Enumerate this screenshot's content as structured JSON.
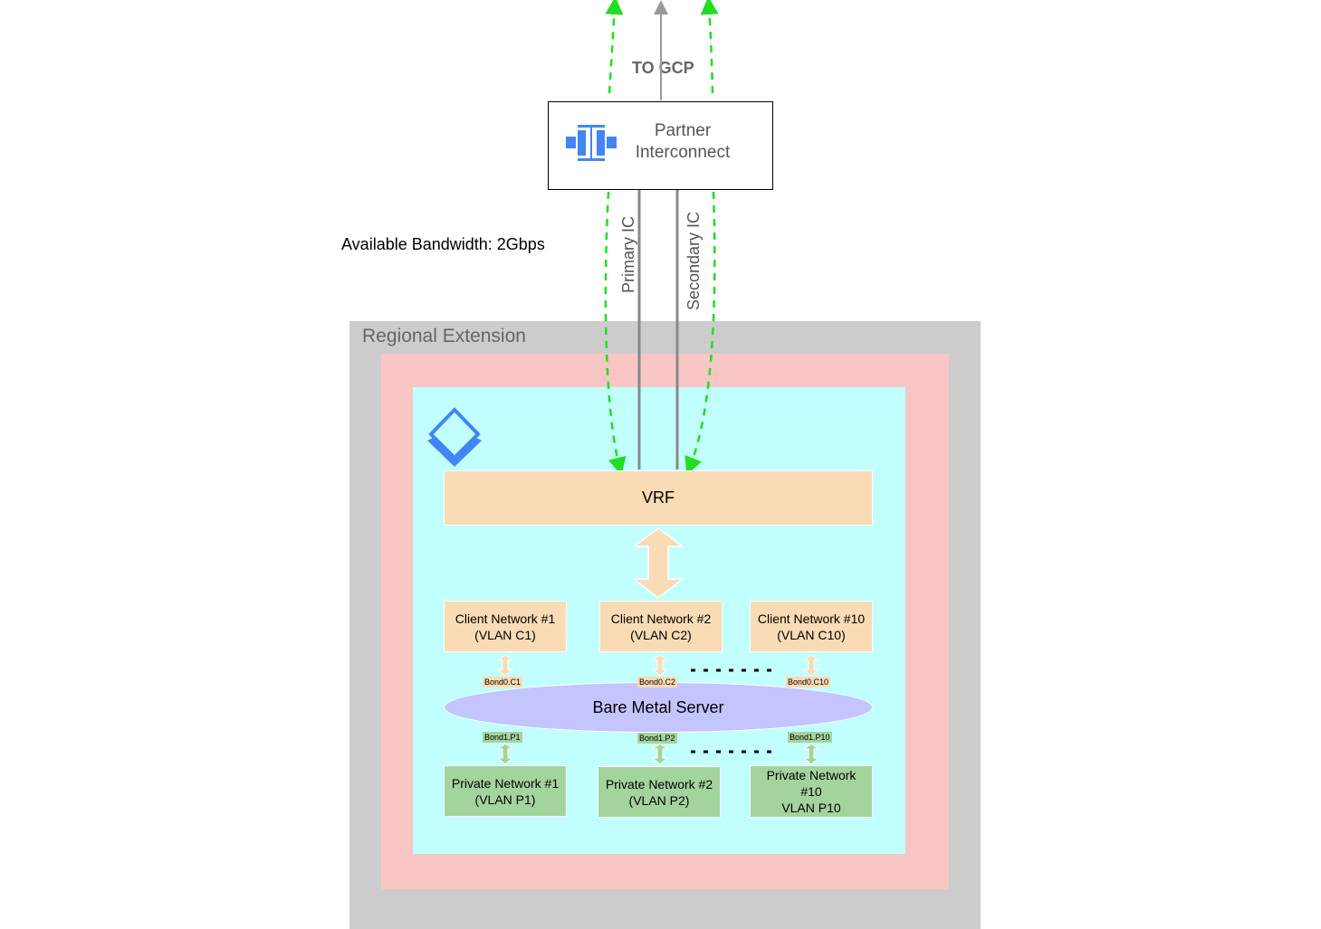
{
  "top_label": "TO GCP",
  "partner": {
    "label_line1": "Partner",
    "label_line2": "Interconnect"
  },
  "bandwidth": "Available Bandwidth: 2Gbps",
  "links": {
    "primary": "Primary IC",
    "secondary": "Secondary IC"
  },
  "region": {
    "title": "Regional Extension"
  },
  "vrf": "VRF",
  "client_networks": [
    {
      "line1": "Client Network #1",
      "line2": "(VLAN C1)",
      "bond": "Bond0.C1"
    },
    {
      "line1": "Client Network #2",
      "line2": "(VLAN C2)",
      "bond": "Bond0.C2"
    },
    {
      "line1": "Client Network #10",
      "line2": "(VLAN C10)",
      "bond": "Bond0.C10"
    }
  ],
  "server": "Bare Metal Server",
  "private_networks": [
    {
      "line1": "Private Network #1",
      "line2": "(VLAN P1)",
      "line3": "",
      "bond": "Bond1.P1"
    },
    {
      "line1": "Private Network #2",
      "line2": "(VLAN P2)",
      "line3": "",
      "bond": "Bond1.P2"
    },
    {
      "line1": "Private Network",
      "line2": "#10",
      "line3": "VLAN P10",
      "bond": "Bond1.P10"
    }
  ],
  "colors": {
    "dashed_arrow": "#22dd22",
    "interconnect_line": "#888888",
    "icon_blue": "#4285f4",
    "region_gray": "#cccccc",
    "zone_pink": "#f8c6c4",
    "cluster_cyan": "#c2ffff",
    "client_orange": "#f9dbb5",
    "private_green": "#a4d49d",
    "server_lavender": "#c4c4ff"
  },
  "icons": {
    "interconnect": "interconnect-icon",
    "stack": "layers-icon"
  }
}
